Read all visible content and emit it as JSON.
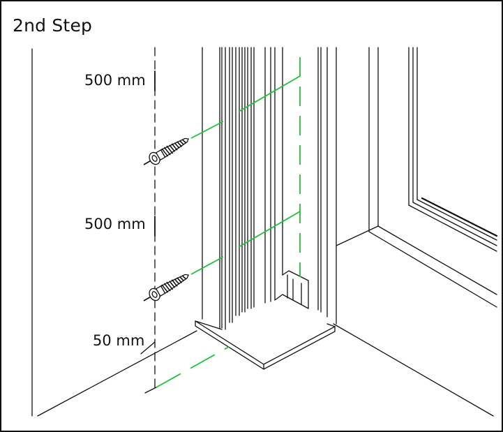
{
  "title": "2nd Step",
  "dimensions": {
    "top": "500 mm",
    "middle": "500 mm",
    "bottom": "50 mm"
  },
  "colors": {
    "guide": "#22c03a",
    "line": "#111111"
  },
  "icons": [
    "screw-icon",
    "screw-icon"
  ]
}
